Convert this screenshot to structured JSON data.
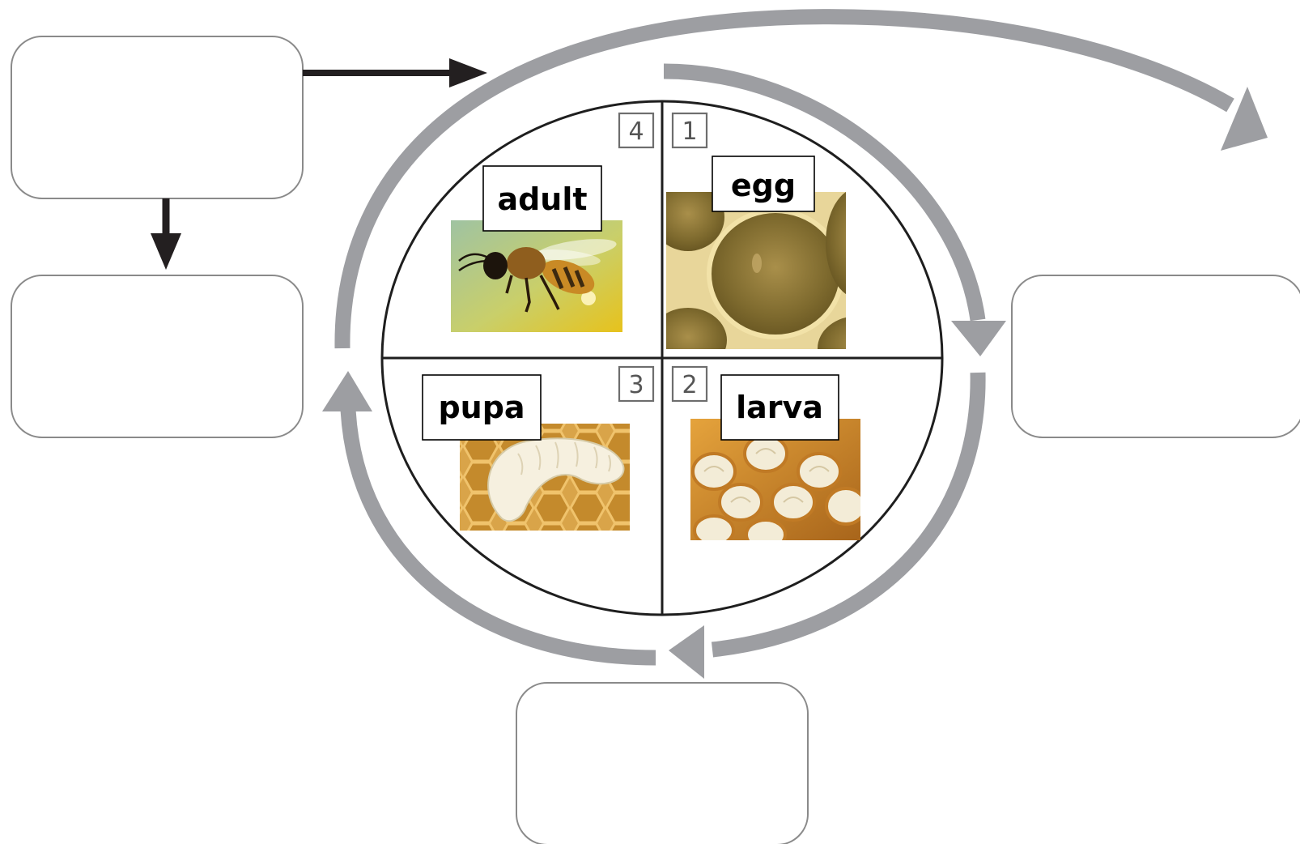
{
  "stages": [
    {
      "id": "adult",
      "label": "adult",
      "number": "4"
    },
    {
      "id": "egg",
      "label": "egg",
      "number": "1"
    },
    {
      "id": "pupa",
      "label": "pupa",
      "number": "3"
    },
    {
      "id": "larva",
      "label": "larva",
      "number": "2"
    }
  ],
  "answer_boxes": [
    "",
    "",
    "",
    ""
  ],
  "colors": {
    "cycle_arrow": "#9d9ea2",
    "black_arrow": "#231f20",
    "honeycomb": "#c8962e",
    "bee_background": "#b9c98a"
  }
}
